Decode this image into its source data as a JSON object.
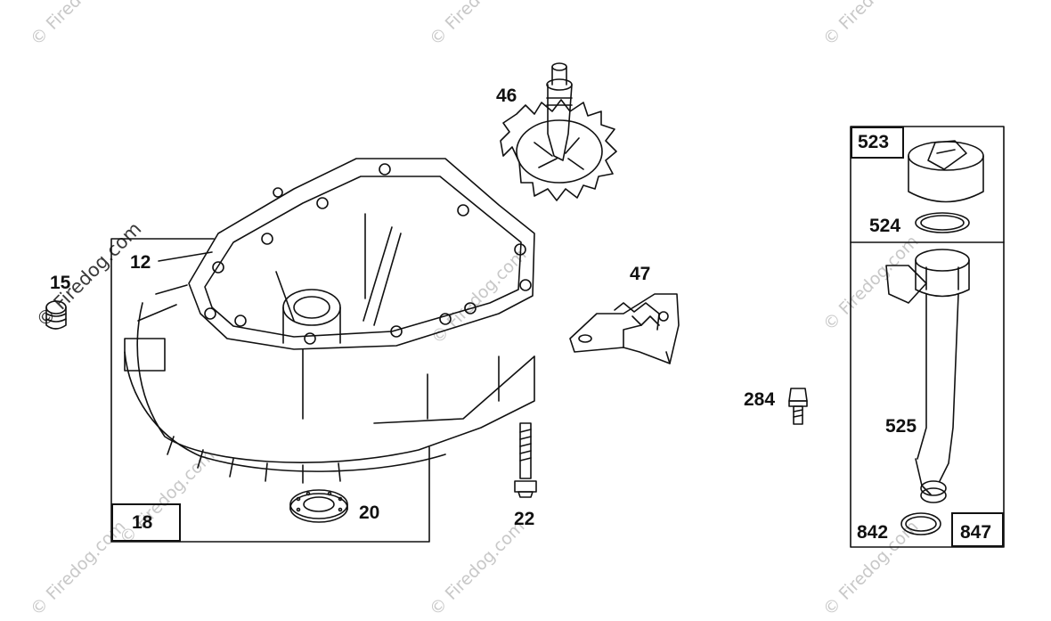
{
  "watermark": {
    "text": "© Firedog.com"
  },
  "callouts": {
    "p12": "12",
    "p15": "15",
    "p18": "18",
    "p20": "20",
    "p22": "22",
    "p46": "46",
    "p47": "47",
    "p284": "284",
    "p523": "523",
    "p524": "524",
    "p525": "525",
    "p842": "842",
    "p847": "847"
  },
  "colors": {
    "line": "#111111",
    "watermark": "#c8c8c8"
  }
}
